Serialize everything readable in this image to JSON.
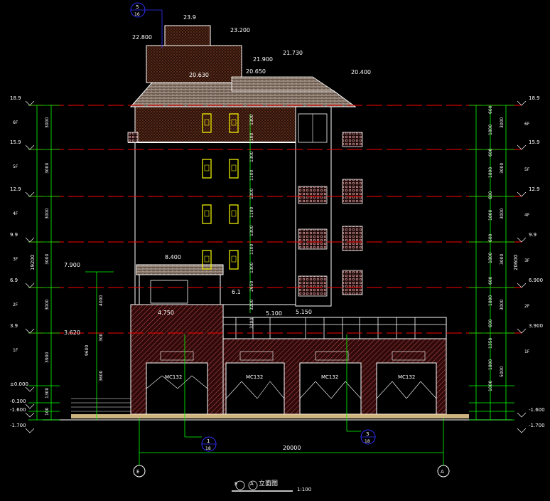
{
  "colors": {
    "background": "#000000",
    "outline": "#ffffff",
    "dimension": "#00ff00",
    "level_line": "#ff0000",
    "window": "#ffff00",
    "roof": "#c8b8a8",
    "brick": "#3a1a10",
    "balcony": "#d0a0a0",
    "callout": "#3030ff",
    "base": "#ffe0a0"
  },
  "title": {
    "view_name": "立面图",
    "grid_from": "E",
    "grid_to": "A",
    "scale": "1:100"
  },
  "levels_left": [
    {
      "value": "18.9",
      "floor": "6F"
    },
    {
      "value": "15.9",
      "floor": "5F"
    },
    {
      "value": "12.9",
      "floor": "4F"
    },
    {
      "value": "9.9",
      "floor": "3F"
    },
    {
      "value": "6.9",
      "floor": "2F"
    },
    {
      "value": "3.9",
      "floor": "1F"
    },
    {
      "value": "±0.000",
      "floor": ""
    },
    {
      "value": "-0.300",
      "floor": ""
    },
    {
      "value": "-1.600",
      "floor": ""
    },
    {
      "value": "-1.700",
      "floor": ""
    }
  ],
  "levels_right": [
    "18.9",
    "15.9",
    "12.9",
    "9.9",
    "6.900",
    "3.900",
    "-1.600",
    "-1.700"
  ],
  "left_dims": {
    "col1": [
      "3000",
      "3000",
      "3000",
      "3000",
      "3000",
      "3900",
      "1300",
      "100"
    ],
    "total": "19200",
    "mid": "4000",
    "mid2": "9600",
    "mid3": "3600",
    "mid4": "300"
  },
  "right_dims": {
    "col1": [
      "600",
      "1800",
      "600",
      "1800",
      "600",
      "1800",
      "600",
      "1800",
      "600",
      "1800",
      "600",
      "1350",
      "1800",
      "1000"
    ],
    "col2": [
      "3000",
      "3000",
      "3000",
      "3000",
      "3000",
      "5000"
    ],
    "total": "20600"
  },
  "top_levels": {
    "roof_top": "23.9",
    "roof_mid": "23.200",
    "parapet_left": "22.800",
    "eave_a": "21.900",
    "eave_b": "21.730",
    "eave_c": "20.650",
    "eave_d": "20.630",
    "eave_e": "20.400"
  },
  "podium_levels": {
    "left_roof": "8.400",
    "left_eave": "7.900",
    "slab_a": "4.750",
    "slab_b": "5.100",
    "slab_c": "5.150",
    "canopy": "3.620",
    "side": "6.1"
  },
  "shop_labels": [
    "MC132",
    "MC132",
    "MC132",
    "MC132"
  ],
  "vertical_dims_center": [
    "1300",
    "1100",
    "1300",
    "1100",
    "1300",
    "1100",
    "1300",
    "1100",
    "1300",
    "2650",
    "3200",
    "3200"
  ],
  "detail_callouts": [
    {
      "top": "5",
      "bottom": "16"
    },
    {
      "top": "1",
      "bottom": "18"
    },
    {
      "top": "3",
      "bottom": "18"
    }
  ],
  "overall_width": "20000",
  "grid_bubbles": [
    "E",
    "A"
  ]
}
